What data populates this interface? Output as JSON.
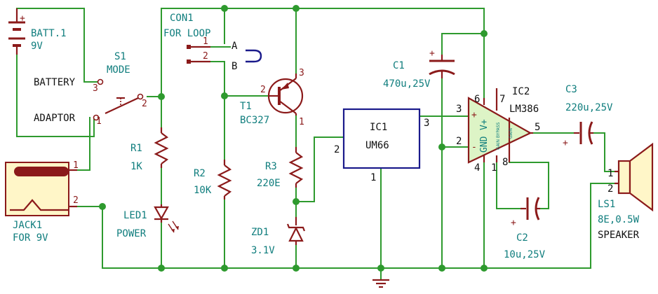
{
  "components": {
    "batt_ref": "BATT.1",
    "batt_val": "9V",
    "s1_ref": "S1",
    "s1_val": "MODE",
    "s1_battery": "BATTERY",
    "s1_adaptor": "ADAPTOR",
    "con1_ref": "CON1",
    "con1_val": "FOR LOOP",
    "con1_a": "A",
    "con1_b": "B",
    "t1_ref": "T1",
    "t1_val": "BC327",
    "r1_ref": "R1",
    "r1_val": "1K",
    "r2_ref": "R2",
    "r2_val": "10K",
    "r3_ref": "R3",
    "r3_val": "220E",
    "led1_ref": "LED1",
    "led1_val": "POWER",
    "zd1_ref": "ZD1",
    "zd1_val": "3.1V",
    "jack1_ref": "JACK1",
    "jack1_val": "FOR 9V",
    "ic1_ref": "IC1",
    "ic1_val": "UM66",
    "ic2_ref": "IC2",
    "ic2_val": "LM386",
    "ic2_gnd": "GND",
    "ic2_vplus": "V+",
    "ic2_gain_bypass": "GAIN BYPASS",
    "ic2_gain": "GAIN",
    "c1_ref": "C1",
    "c1_val": "470u,25V",
    "c2_ref": "C2",
    "c2_val": "10u,25V",
    "c3_ref": "C3",
    "c3_val": "220u,25V",
    "ls1_ref": "LS1",
    "ls1_val": "8E,0.5W",
    "ls1_type": "SPEAKER"
  },
  "pins": {
    "s1_p3": "3",
    "s1_p2": "2",
    "s1_p1": "1",
    "con1_p1": "1",
    "con1_p2": "2",
    "t1_p1": "1",
    "t1_p2": "2",
    "t1_p3": "3",
    "ic1_p1": "1",
    "ic1_p2": "2",
    "ic1_p3": "3",
    "ic2_p1": "1",
    "ic2_p2": "2",
    "ic2_p3": "3",
    "ic2_p4": "4",
    "ic2_p5": "5",
    "ic2_p6": "6",
    "ic2_p7": "7",
    "ic2_p8": "8",
    "jack_p1": "1",
    "jack_p2": "2",
    "ls_p1": "1",
    "ls_p2": "2"
  },
  "symbols": {
    "plus": "+",
    "minus": "-"
  },
  "colors": {
    "wire": "#2e9a2e",
    "component": "#8b1a1a",
    "label": "#0f7d7d",
    "ic_outline": "#1a1a8b",
    "jack_fill": "#fff6c8"
  }
}
